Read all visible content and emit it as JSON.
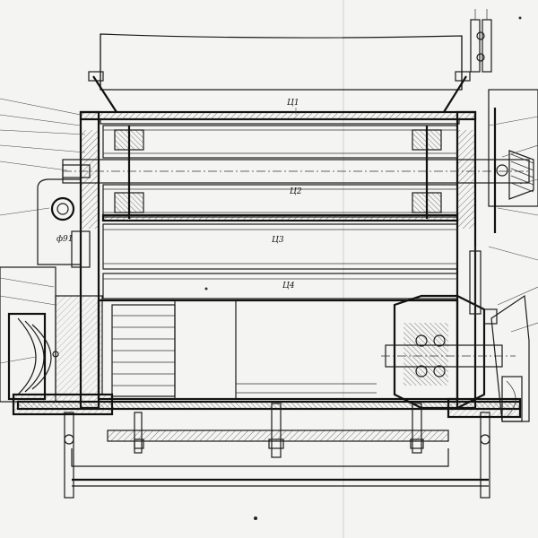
{
  "drawing": {
    "labels": {
      "l1": "Ц1",
      "l2": "Ц2",
      "l3": "Ц3",
      "l4": "Ц4",
      "side_mark": "ф91"
    }
  }
}
